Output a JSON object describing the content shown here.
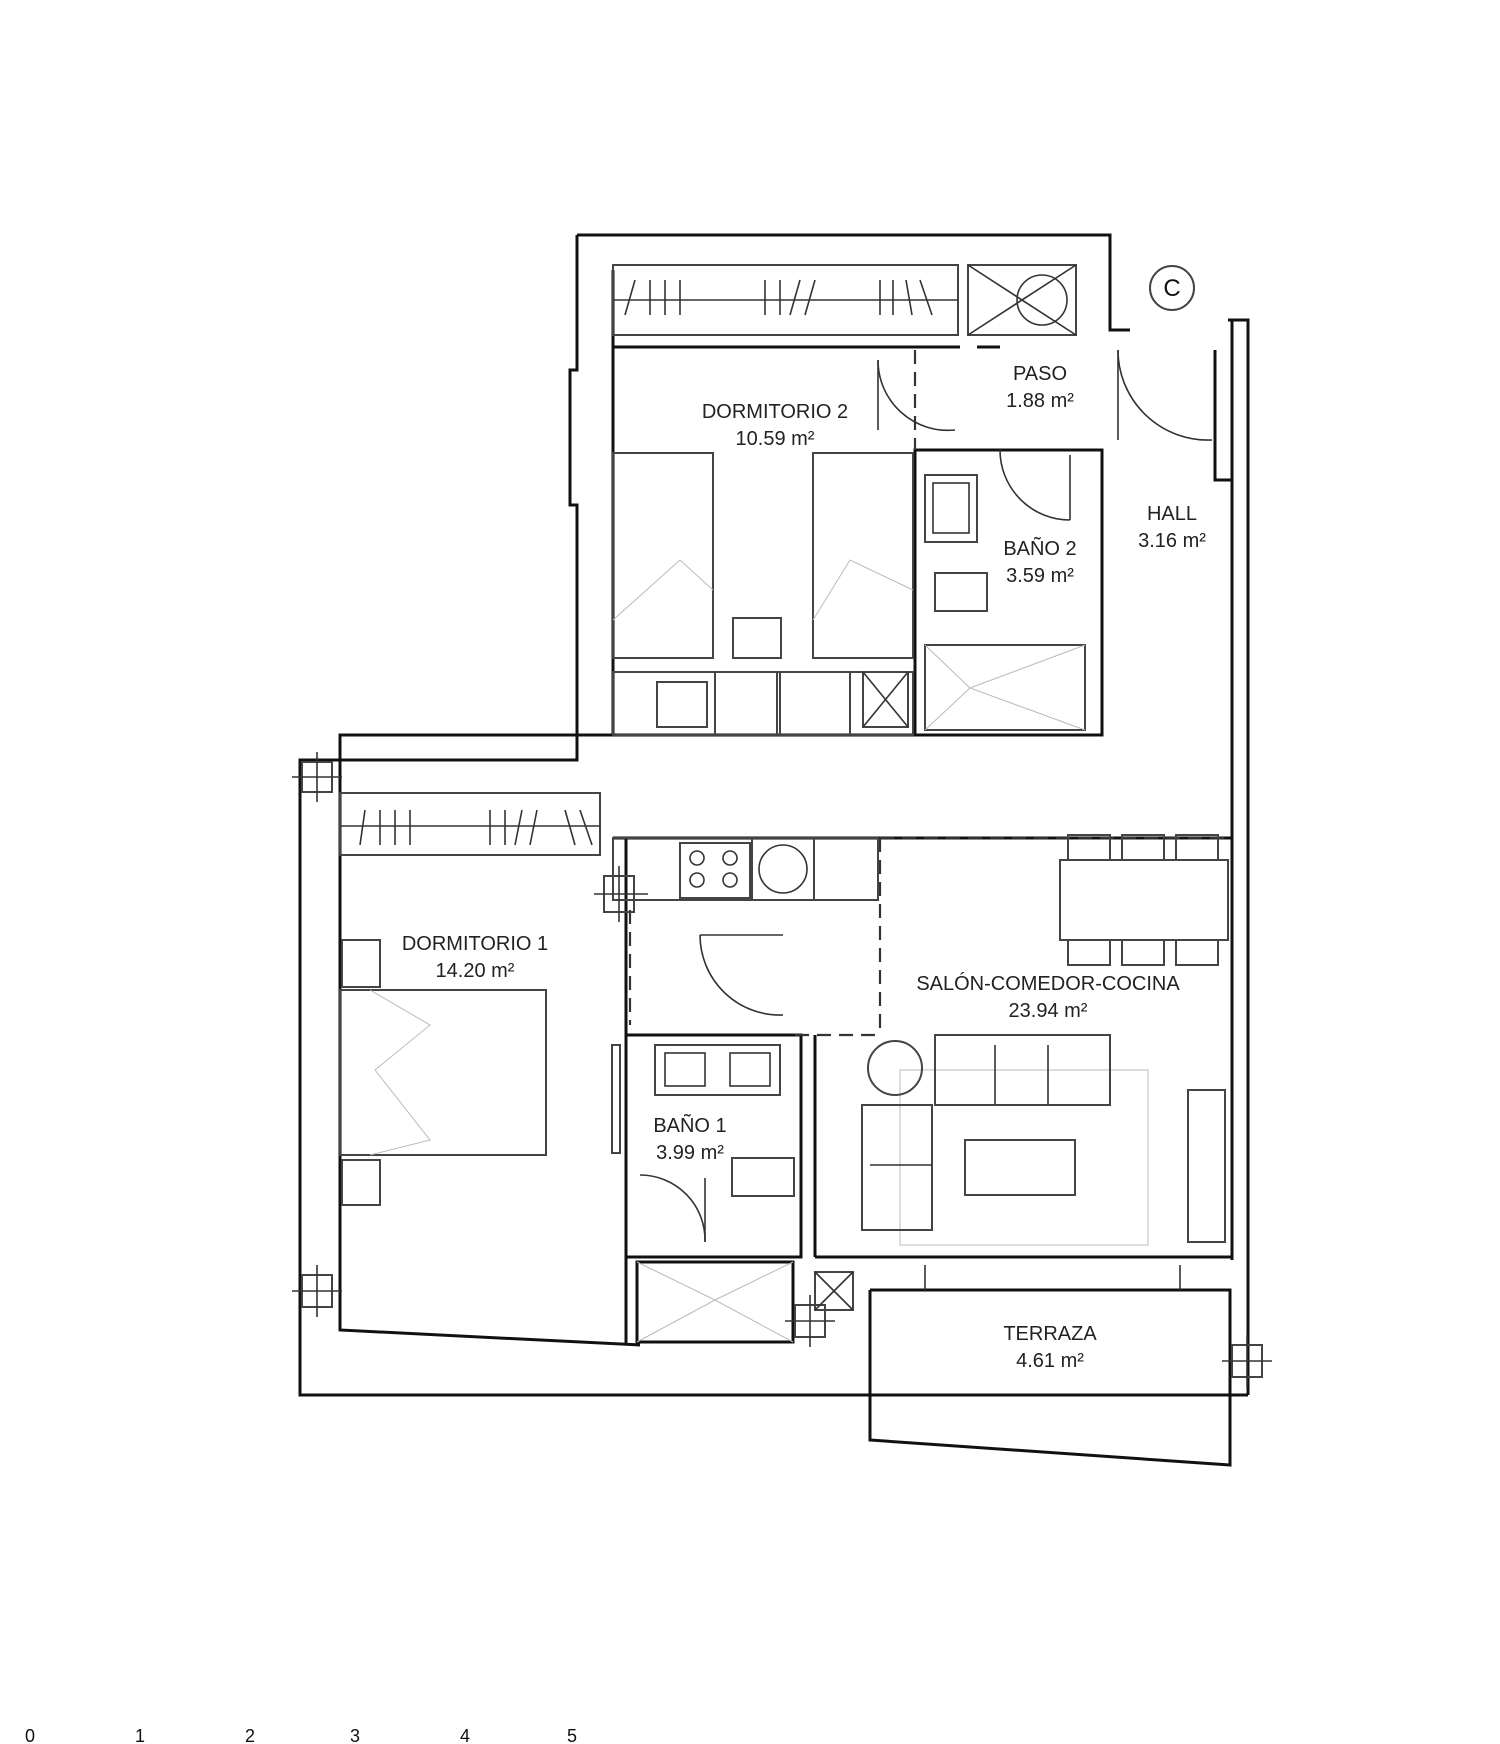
{
  "rooms": [
    {
      "id": "dormitorio-2",
      "name": "DORMITORIO 2",
      "area": "10.59 m²"
    },
    {
      "id": "paso",
      "name": "PASO",
      "area": "1.88 m²"
    },
    {
      "id": "hall",
      "name": "HALL",
      "area": "3.16 m²"
    },
    {
      "id": "bano-2",
      "name": "BAÑO 2",
      "area": "3.59 m²"
    },
    {
      "id": "dormitorio-1",
      "name": "DORMITORIO 1",
      "area": "14.20 m²"
    },
    {
      "id": "salon",
      "name": "SALÓN-COMEDOR-COCINA",
      "area": "23.94 m²"
    },
    {
      "id": "bano-1",
      "name": "BAÑO 1",
      "area": "3.99 m²"
    },
    {
      "id": "terraza",
      "name": "TERRAZA",
      "area": "4.61 m²"
    }
  ],
  "unit_badge": "C",
  "scale_ticks": [
    "0",
    "1",
    "2",
    "3",
    "4",
    "5"
  ]
}
